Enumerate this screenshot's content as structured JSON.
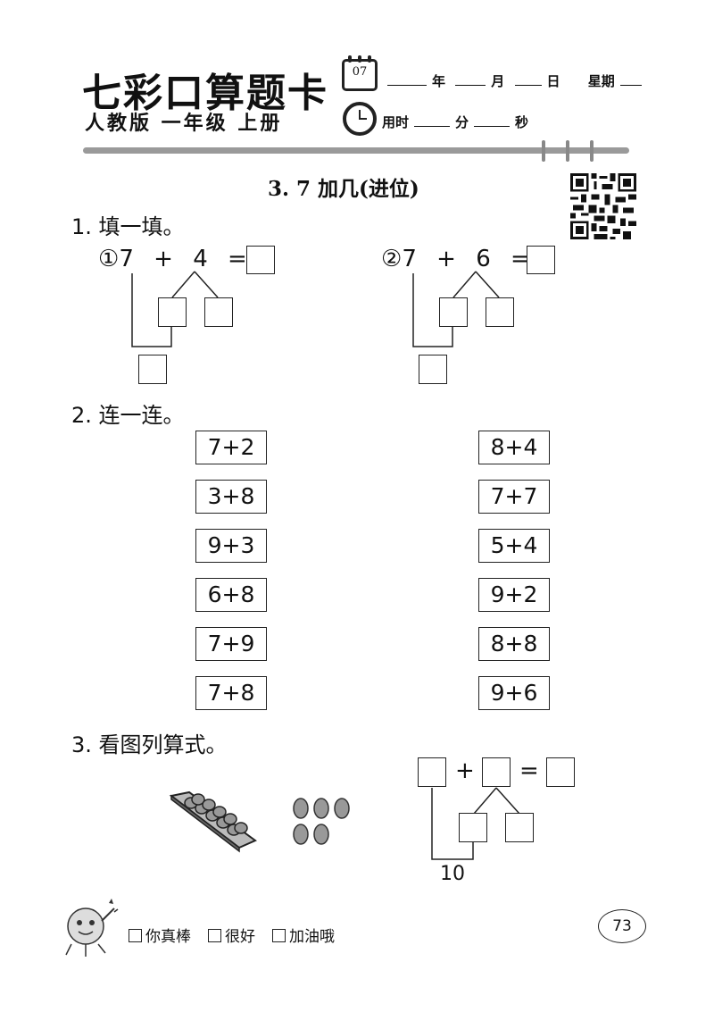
{
  "header": {
    "brand": "七彩口算题卡",
    "subtitle": "人教版  一年级  上册",
    "calendar_number": "07",
    "date_year": "年",
    "date_month": "月",
    "date_day": "日",
    "date_week": "星期",
    "time_used": "用时",
    "time_min": "分",
    "time_sec": "秒"
  },
  "lesson_title": "3. 7 加几(进位)",
  "section1": {
    "title": "1. 填一填。",
    "problem1": {
      "marker": "①",
      "left": "7",
      "op": "+",
      "right": "4",
      "eq": "="
    },
    "problem2": {
      "marker": "②",
      "left": "7",
      "op": "+",
      "right": "6",
      "eq": "="
    }
  },
  "section2": {
    "title": "2. 连一连。",
    "left_column": [
      "7+2",
      "3+8",
      "9+3",
      "6+8",
      "7+9",
      "7+8"
    ],
    "right_column": [
      "8+4",
      "7+7",
      "5+4",
      "9+2",
      "8+8",
      "9+6"
    ]
  },
  "section3": {
    "title": "3. 看图列算式。",
    "plus": "+",
    "eq": "=",
    "ten_label": "10"
  },
  "footer": {
    "rating_options": [
      "你真棒",
      "很好",
      "加油哦"
    ],
    "page_number": "73"
  },
  "icons": [
    "calendar-icon",
    "clock-icon",
    "qr-code",
    "egg-tray-image",
    "eggs-image",
    "mascot-image"
  ]
}
